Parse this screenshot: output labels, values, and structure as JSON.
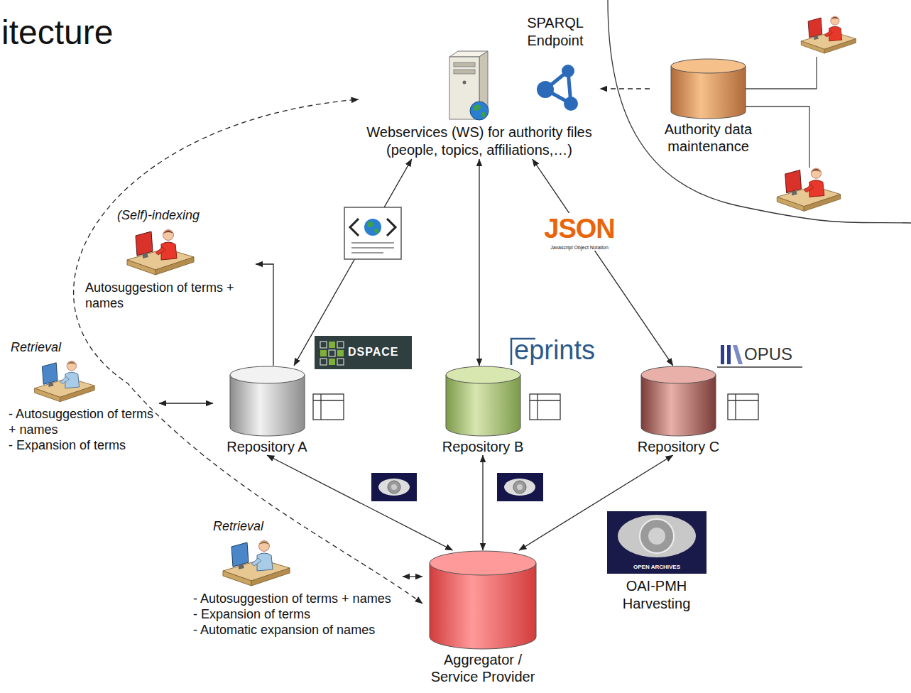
{
  "diagram": {
    "title": "itecture",
    "nodes": [
      {
        "text": [
          "Webservices (WS) for authority files (people, topics, affiliations,…)"
        ]
      },
      {
        "text": [
          "Authority data maintenance"
        ]
      },
      {
        "text": [
          "(Self)-indexing",
          "Autosuggestion of terms + names"
        ]
      },
      {
        "text": [
          "Retrieval",
          "- Autosuggestion of terms + names",
          "- Expansion of terms"
        ]
      },
      {
        "text": [
          "Repository A"
        ]
      },
      {
        "text": [
          "Repository B"
        ]
      },
      {
        "text": [
          "Repository C"
        ]
      },
      {
        "text": [
          "Retrieval",
          "- Autosuggestion of terms + names",
          "- Expansion of terms",
          "- Automatic expansion of names"
        ]
      },
      {
        "text": [
          "Aggregator / Service Provider"
        ]
      }
    ],
    "edges": [
      {
        "from": 1,
        "to": 0,
        "arrow": "to"
      },
      {
        "from": 4,
        "to": 0,
        "arrow": "both"
      },
      {
        "from": 0,
        "to": 5,
        "arrow": "both"
      },
      {
        "from": 6,
        "to": 0,
        "arrow": "both"
      },
      {
        "from": 4,
        "to": 2,
        "arrow": "to"
      },
      {
        "from": 3,
        "to": 4,
        "arrow": "both"
      },
      {
        "from": 4,
        "to": 8,
        "arrow": "both"
      },
      {
        "from": 5,
        "to": 8,
        "arrow": "both"
      },
      {
        "from": 6,
        "to": 8,
        "arrow": "both"
      },
      {
        "from": 7,
        "to": 8,
        "arrow": "both"
      },
      {
        "from": 8,
        "to": 0,
        "arrow": "both"
      }
    ],
    "labels": [
      "SPARQL Endpoint",
      "JSON",
      "Javascript Object Notation",
      "DSPACE",
      "eprints",
      "OPUS",
      "OPEN ARCHIVES",
      "OAI-PMH Harvesting"
    ]
  }
}
